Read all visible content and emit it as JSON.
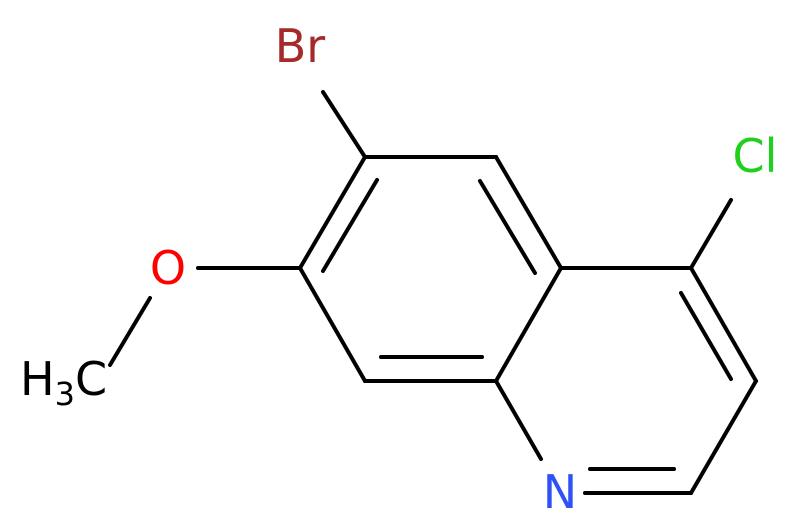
{
  "molecule": {
    "atoms": {
      "bromine": {
        "label": "Br",
        "color": "#A52A2A"
      },
      "chlorine": {
        "label": "Cl",
        "color": "#1FD01F"
      },
      "oxygen": {
        "label": "O",
        "color": "#FF0000"
      },
      "nitrogen": {
        "label": "N",
        "color": "#3050F8"
      },
      "methyl": {
        "label_main_1": "H",
        "label_sub": "3",
        "label_main_2": "C",
        "color": "#000000"
      }
    },
    "bond_color": "#000000"
  }
}
